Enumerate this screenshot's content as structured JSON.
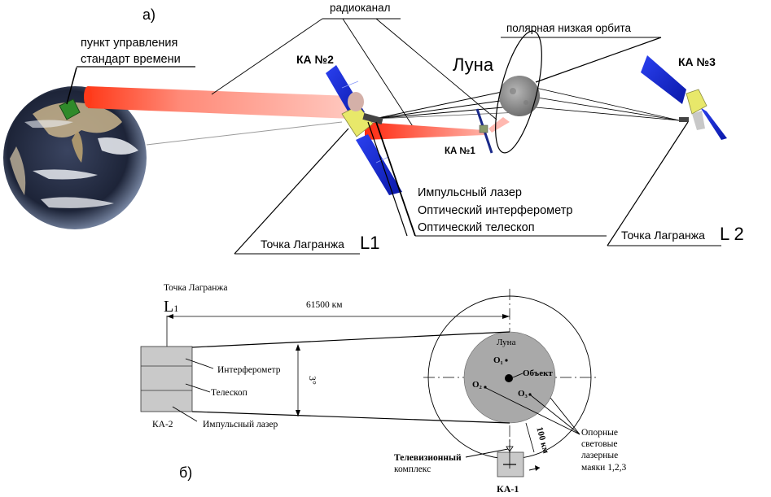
{
  "panel_a": {
    "label": "а)",
    "ground_station_line1": "пункт управления",
    "ground_station_line2": "стандарт времени",
    "radio_channel": "радиоканал",
    "polar_orbit": "полярная низкая орбита",
    "moon": "Луна",
    "sc2": "КА №2",
    "sc1": "КА №1",
    "sc3": "КА №3",
    "payload": [
      "Импульсный лазер",
      "Оптический интерферометр",
      "Оптический телескоп"
    ],
    "l1_text": "Точка Лагранжа",
    "l1_sym": "L1",
    "l2_text": "Точка Лагранжа",
    "l2_sym": "L 2",
    "colors": {
      "laser_beam": "#ff3a1a",
      "solar_panel": "#1a2ad8",
      "sc_body": "#e8e86a",
      "ground_station": "#2f8a2a",
      "earth_ocean": "#1d2438",
      "moon": "#8d8d8d"
    }
  },
  "panel_b": {
    "label": "б)",
    "lagrange_title": "Точка Лагранжа",
    "l1_sym": "L",
    "l1_sub": "1",
    "distance": "61500 км",
    "width_sym": "3°",
    "interferometer": "Интерферометр",
    "telescope": "Телескоп",
    "laser": "Импульсный лазер",
    "ka2": "КА-2",
    "moon": "Луна",
    "o1": "O₁",
    "o2": "O₂",
    "o3": "O₃",
    "object": "Объект",
    "beacons": [
      "Опорные",
      "световые",
      "лазерные",
      "маяки 1,2,3"
    ],
    "orbit_alt": "100 км",
    "tv_line1": "Телевизионный",
    "tv_line2": "комплекс",
    "ka1": "КА-1",
    "colors": {
      "moon_fill": "#a9a9a9",
      "ka_fill": "#c9c9c9"
    }
  }
}
